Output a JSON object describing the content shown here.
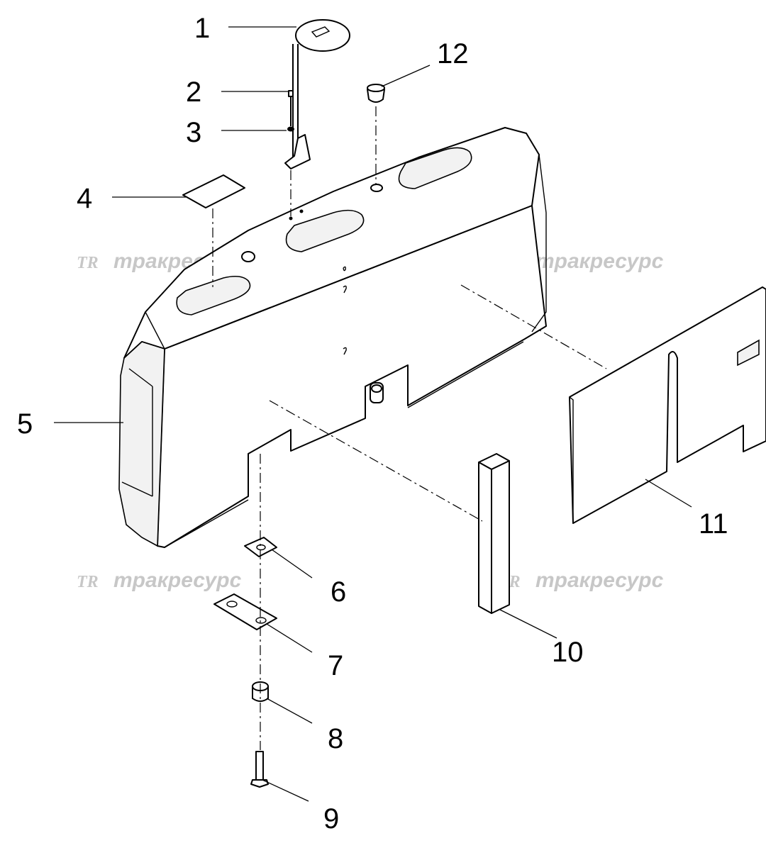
{
  "watermarks": [
    {
      "logo": "TR",
      "text": "тракресурс"
    },
    {
      "logo": "TR",
      "text": "тракресурс"
    },
    {
      "logo": "TR",
      "text": "тракресурс"
    },
    {
      "logo": "TR",
      "text": "тракресурс"
    }
  ],
  "callouts": [
    {
      "id": "1",
      "label": "1"
    },
    {
      "id": "2",
      "label": "2"
    },
    {
      "id": "3",
      "label": "3"
    },
    {
      "id": "4",
      "label": "4"
    },
    {
      "id": "5",
      "label": "5"
    },
    {
      "id": "6",
      "label": "6"
    },
    {
      "id": "7",
      "label": "7"
    },
    {
      "id": "8",
      "label": "8"
    },
    {
      "id": "9",
      "label": "9"
    },
    {
      "id": "10",
      "label": "10"
    },
    {
      "id": "11",
      "label": "11"
    },
    {
      "id": "12",
      "label": "12"
    }
  ]
}
